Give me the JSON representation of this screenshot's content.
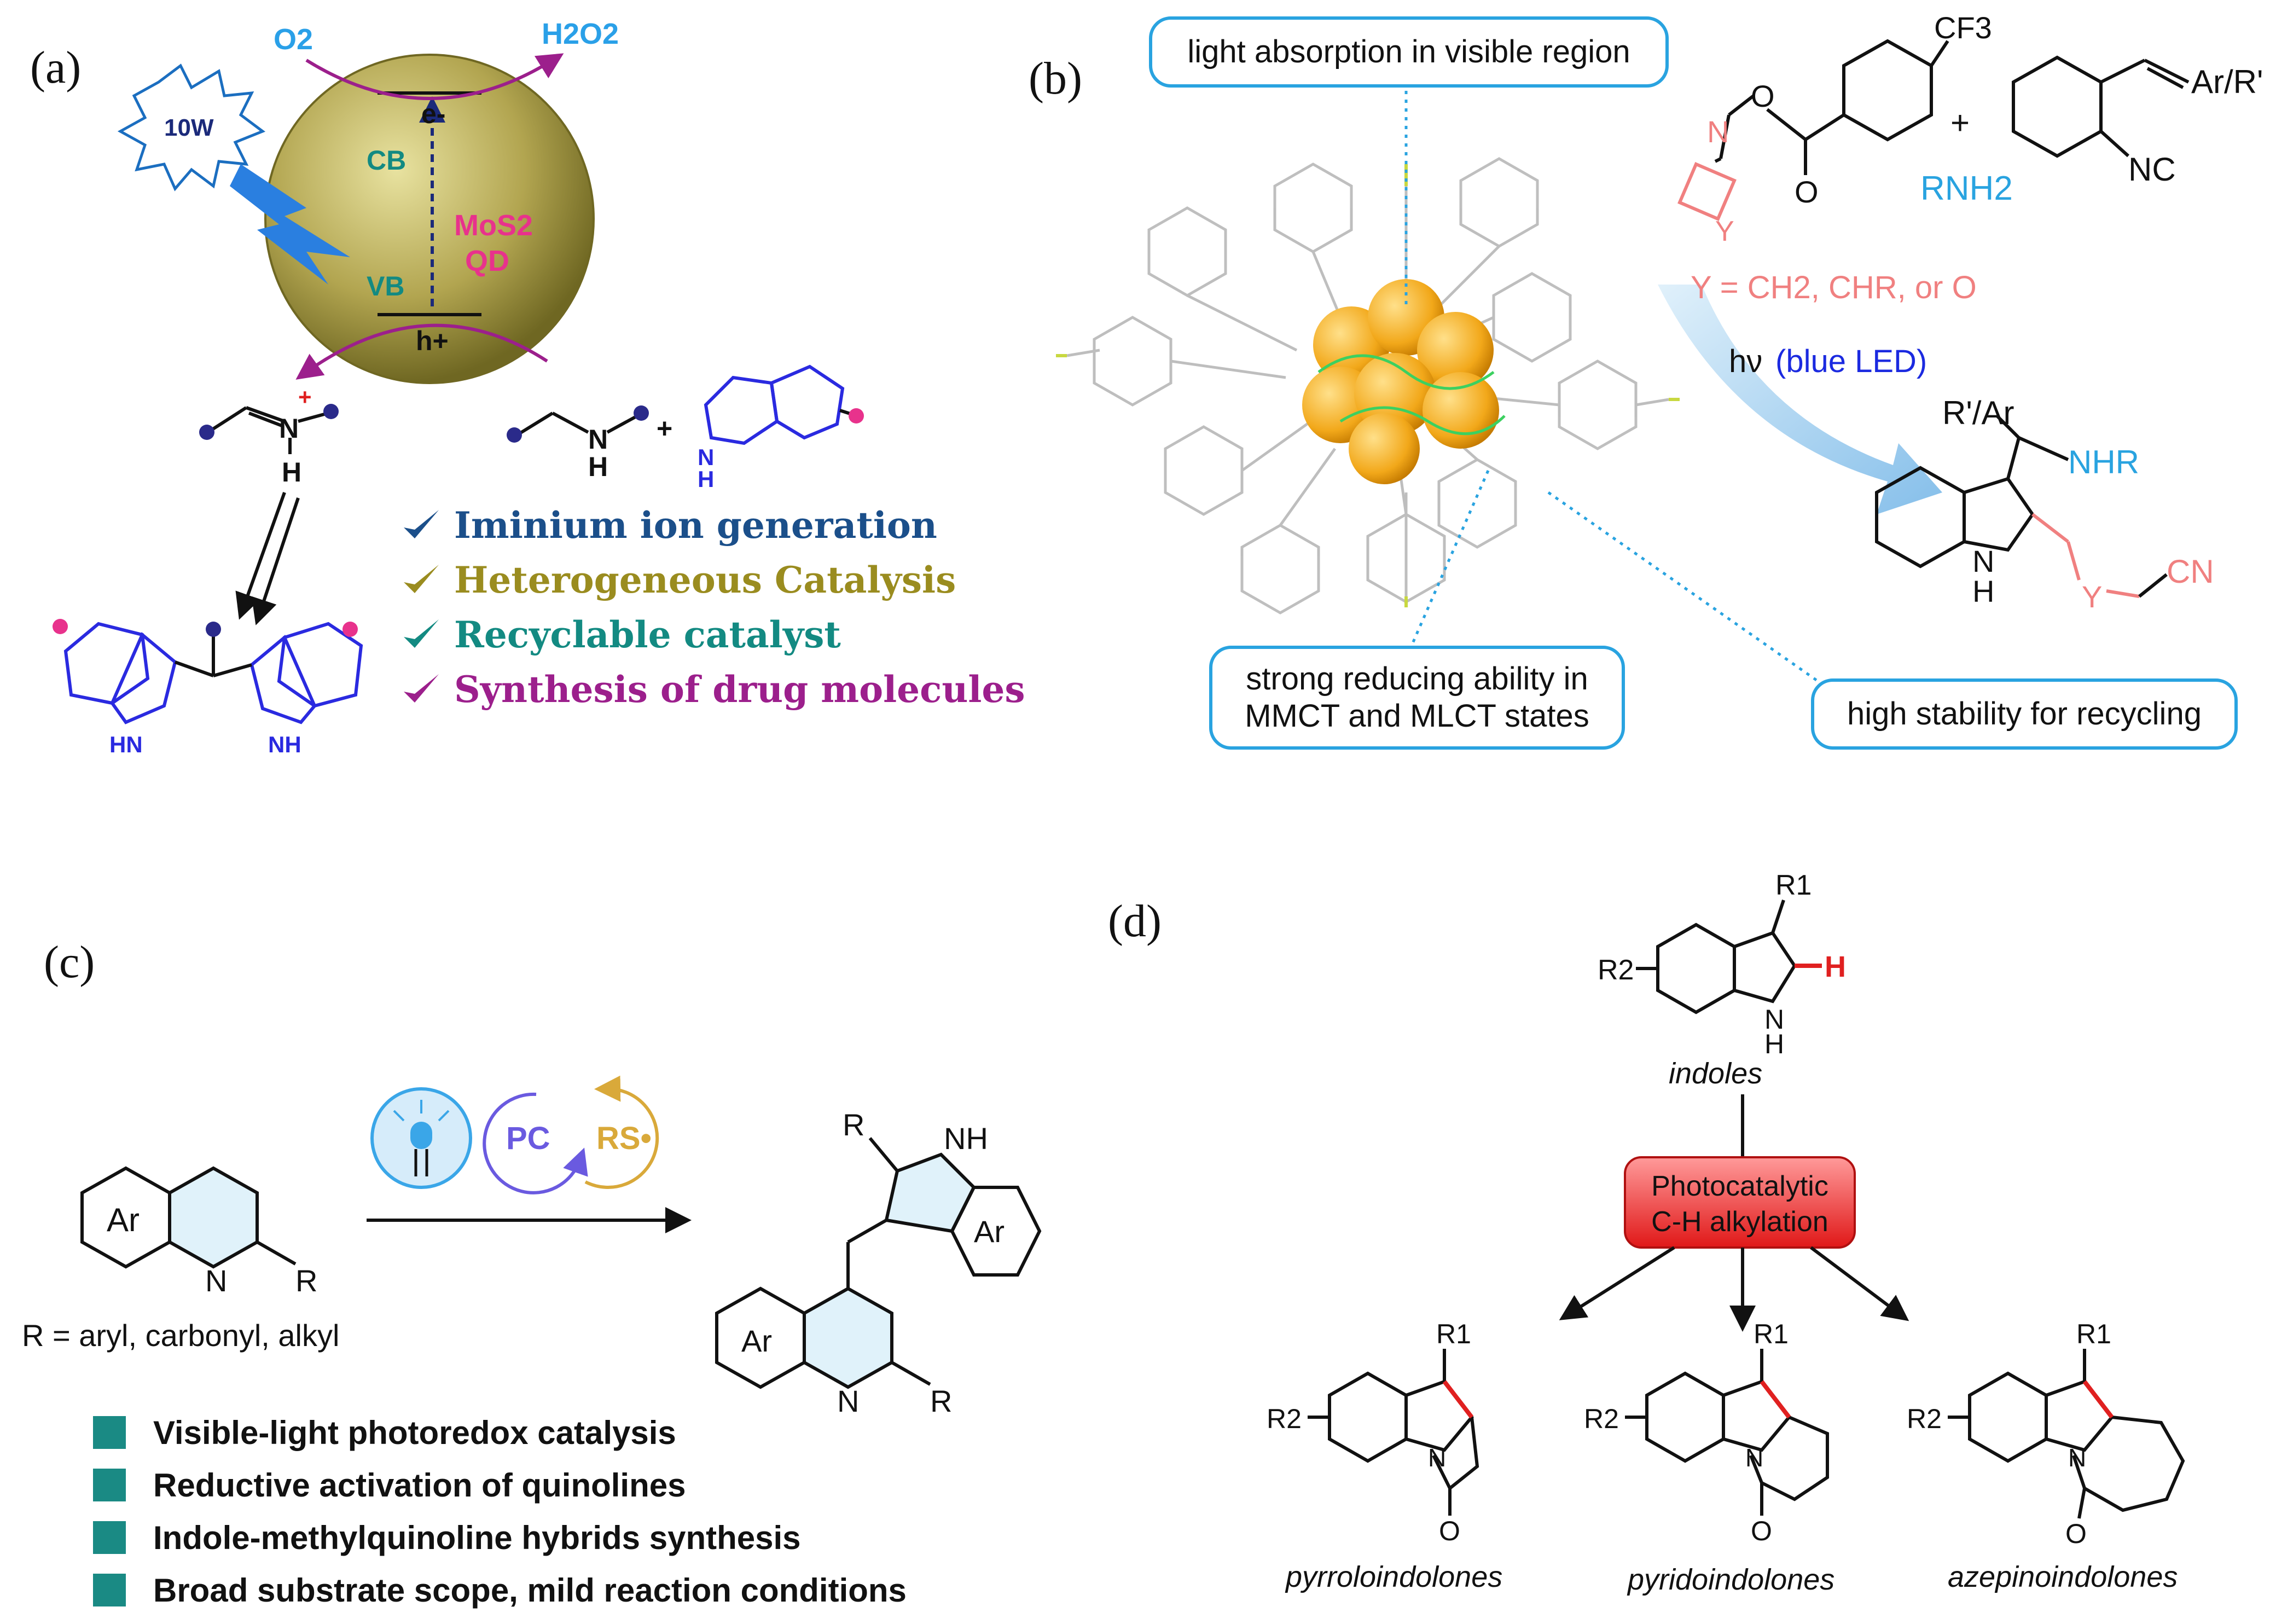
{
  "panel_a": {
    "label": "(a)",
    "o2": "O2",
    "h2o2": "H2O2",
    "lamp": "10W",
    "cb": "CB",
    "vb": "VB",
    "electron": "e-",
    "hole": "h+",
    "catalyst_line1": "MoS2",
    "catalyst_line2": "QD",
    "checklist": [
      {
        "text": "Iminium ion generation",
        "color": "#1b4f8a"
      },
      {
        "text": "Heterogeneous Catalysis",
        "color": "#9a8c1f"
      },
      {
        "text": "Recyclable catalyst",
        "color": "#138a82"
      },
      {
        "text": "Synthesis of drug molecules",
        "color": "#9c1f8c"
      }
    ]
  },
  "panel_b": {
    "label": "(b)",
    "callout_top": "light absorption in visible region",
    "callout_bottom_left_1": "strong reducing ability in",
    "callout_bottom_left_2": "MMCT and MLCT states",
    "callout_bottom_right": "high stability for recycling",
    "cf3": "CF3",
    "plus": "+",
    "rnh2": "RNH2",
    "ar_r": "Ar/R'",
    "nc": "NC",
    "o": "O",
    "n": "N",
    "y": "Y",
    "y_def": "Y = CH2, CHR, or O",
    "hv": "hν",
    "led": "(blue LED)",
    "prod_r": "R'/Ar",
    "prod_nhr": "NHR",
    "prod_nh": "N",
    "prod_h": "H",
    "prod_y": "Y",
    "prod_cn": "CN"
  },
  "panel_c": {
    "label": "(c)",
    "ar": "Ar",
    "n": "N",
    "r": "R",
    "r_def": "R = aryl, carbonyl, alkyl",
    "pc": "PC",
    "rs": "RS•",
    "prod_r": "R",
    "prod_nh": "NH",
    "prod_ar": "Ar",
    "features": [
      "Visible-light photoredox catalysis",
      "Reductive activation of quinolines",
      "Indole-methylquinoline hybrids synthesis",
      "Broad substrate scope, mild reaction conditions"
    ]
  },
  "panel_d": {
    "label": "(d)",
    "r1": "R1",
    "r2": "R2",
    "h": "H",
    "n": "N",
    "indoles": "indoles",
    "box_line1": "Photocatalytic",
    "box_line2": "C-H alkylation",
    "o": "O",
    "products": [
      "pyrroloindolones",
      "pyridoindolones",
      "azepinoindolones"
    ]
  },
  "colors": {
    "accent_blue": "#29a3e0",
    "pink": "#f08080",
    "magenta": "#9c1f8c",
    "teal": "#1a8a84",
    "red": "#e02020"
  }
}
